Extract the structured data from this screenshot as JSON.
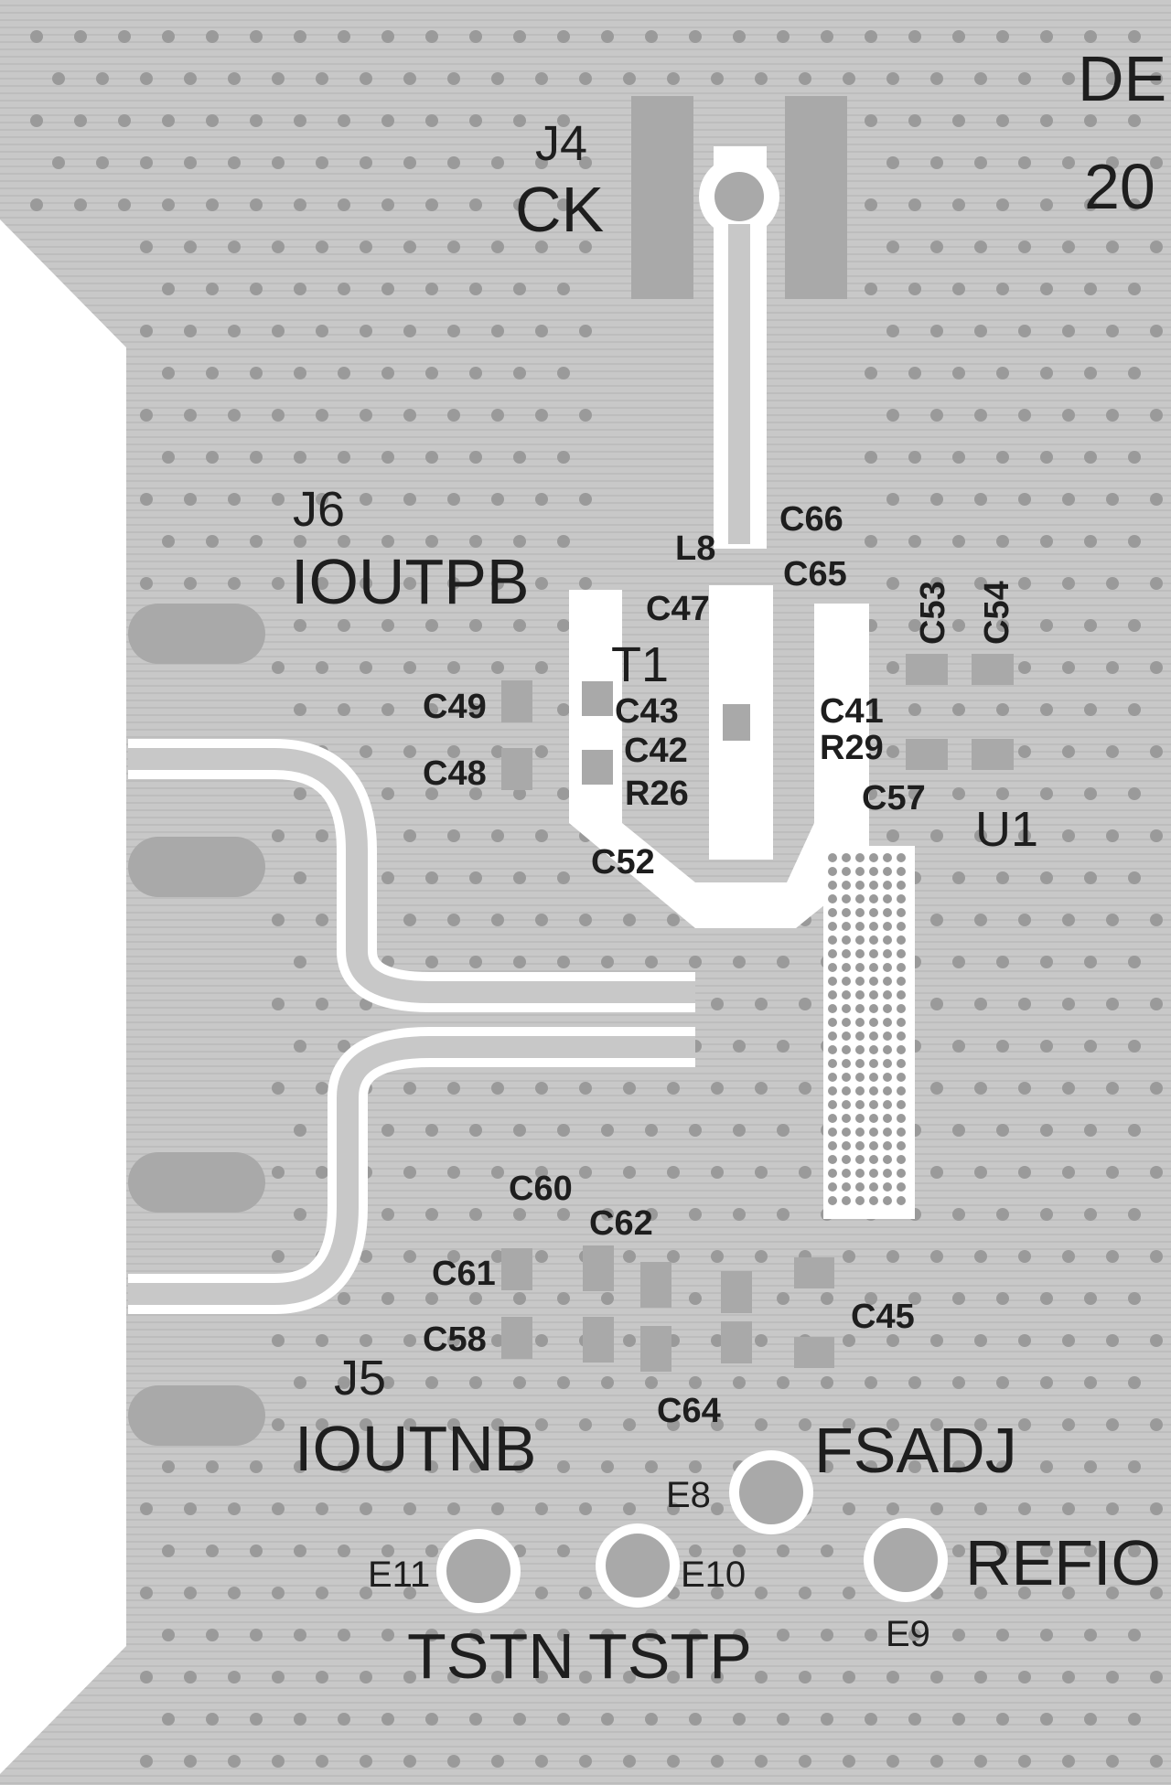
{
  "board": {
    "colors": {
      "copper": "#c8c8c8",
      "stripe": "#bdbdbd",
      "pad": "#a9a9a9",
      "via": "#9a9a9a",
      "clearance": "#ffffff",
      "silkscreen": "#1e1e1e"
    },
    "labels": {
      "corner_text_1": "DE",
      "corner_text_2": "20",
      "j4_ref": "J4",
      "j4_net": "CK",
      "j6_ref": "J6",
      "j6_net": "IOUTPB",
      "j5_ref": "J5",
      "j5_net": "IOUTNB",
      "t1": "T1",
      "u1": "U1",
      "l8": "L8",
      "c66": "C66",
      "c65": "C65",
      "c47": "C47",
      "c53": "C53",
      "c54": "C54",
      "c49": "C49",
      "c48": "C48",
      "c43": "C43",
      "c42": "C42",
      "r26": "R26",
      "c41": "C41",
      "r29": "R29",
      "c57": "C57",
      "c52": "C52",
      "c60": "C60",
      "c62": "C62",
      "c61": "C61",
      "c58": "C58",
      "c45": "C45",
      "c64": "C64",
      "e8": "E8",
      "fsadj": "FSADJ",
      "e11": "E11",
      "e10": "E10",
      "refio": "REFIO",
      "e9": "E9",
      "tstn": "TSTN",
      "tstp": "TSTP"
    }
  }
}
